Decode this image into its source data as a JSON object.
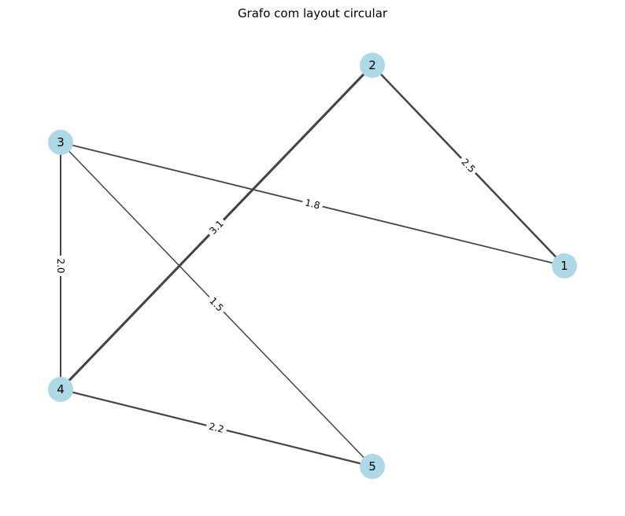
{
  "title": "Grafo com layout circular",
  "colors": {
    "node_fill": "#add8e6",
    "edge_stroke": "#444444",
    "label_bg": "#ffffff",
    "text": "#000000"
  },
  "nodes": [
    {
      "id": "1",
      "label": "1"
    },
    {
      "id": "2",
      "label": "2"
    },
    {
      "id": "3",
      "label": "3"
    },
    {
      "id": "4",
      "label": "4"
    },
    {
      "id": "5",
      "label": "5"
    }
  ],
  "edges": [
    {
      "source": "1",
      "target": "2",
      "weight": 2.5,
      "label": "2.5"
    },
    {
      "source": "1",
      "target": "3",
      "weight": 1.8,
      "label": "1.8"
    },
    {
      "source": "2",
      "target": "4",
      "weight": 3.1,
      "label": "3.1"
    },
    {
      "source": "3",
      "target": "4",
      "weight": 2.0,
      "label": "2.0"
    },
    {
      "source": "3",
      "target": "5",
      "weight": 1.5,
      "label": "1.5"
    },
    {
      "source": "4",
      "target": "5",
      "weight": 2.2,
      "label": "2.2"
    }
  ]
}
